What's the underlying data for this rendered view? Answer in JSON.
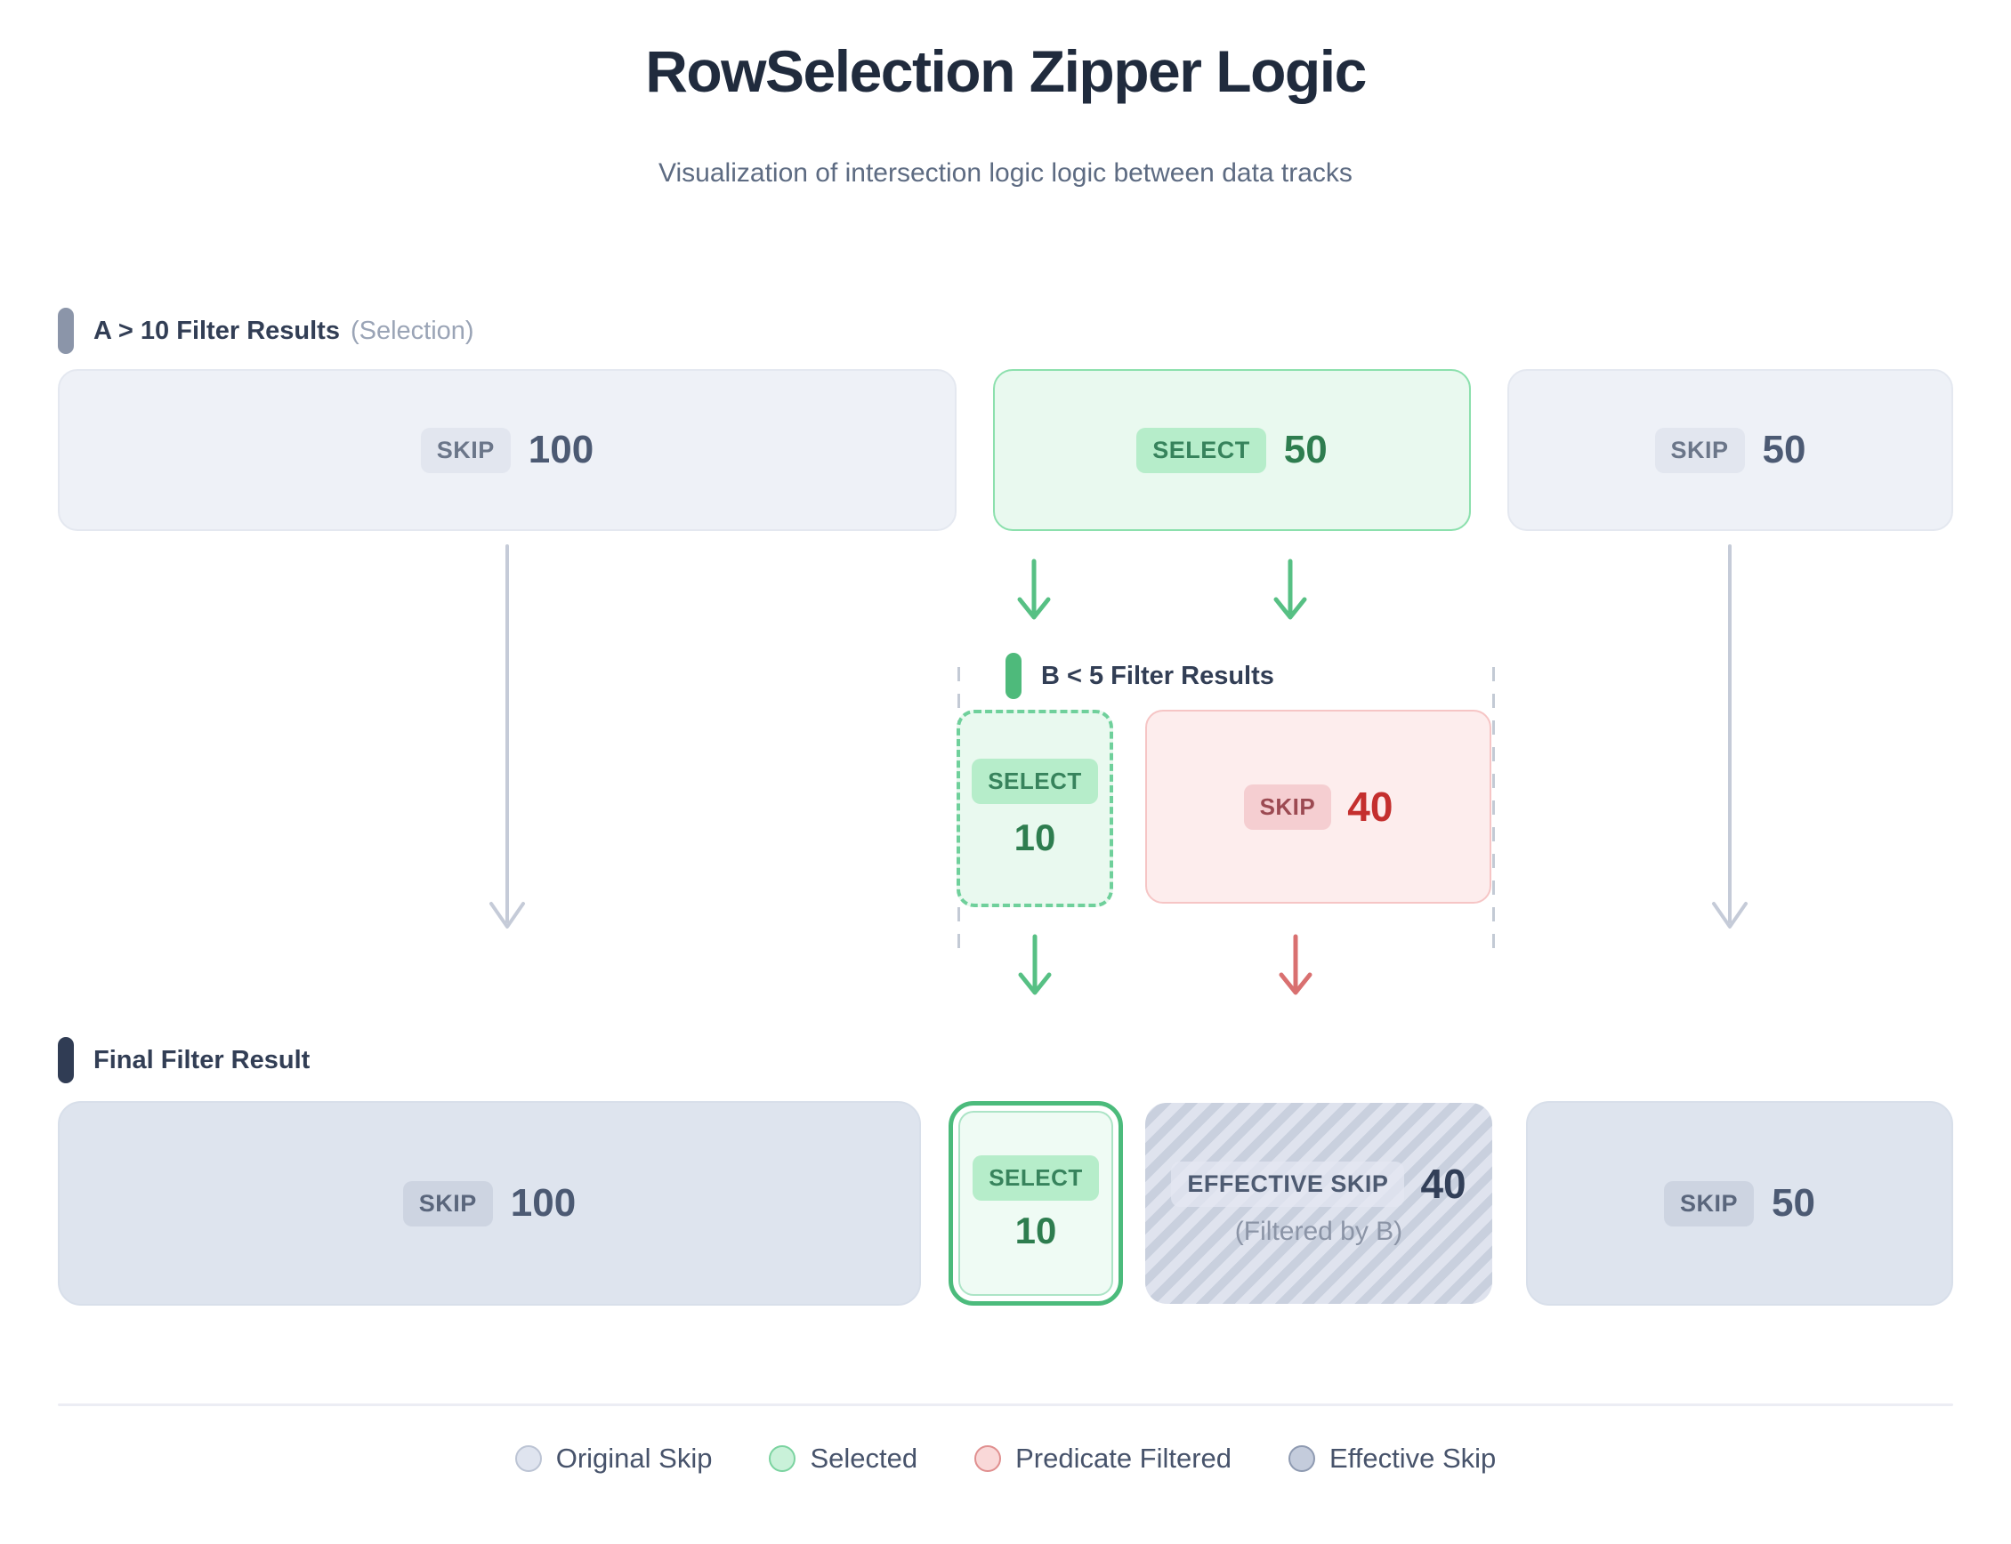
{
  "title": "RowSelection Zipper Logic",
  "subtitle": "Visualization of intersection logic logic between data tracks",
  "track_a": {
    "label": "A > 10 Filter Results",
    "sublabel": "(Selection)",
    "boxes": [
      {
        "badge": "SKIP",
        "value": "100"
      },
      {
        "badge": "SELECT",
        "value": "50"
      },
      {
        "badge": "SKIP",
        "value": "50"
      }
    ]
  },
  "track_b": {
    "label": "B < 5 Filter Results",
    "boxes": [
      {
        "badge": "SELECT",
        "value": "10"
      },
      {
        "badge": "SKIP",
        "value": "40"
      }
    ]
  },
  "final": {
    "label": "Final Filter Result",
    "boxes": [
      {
        "badge": "SKIP",
        "value": "100"
      },
      {
        "badge": "SELECT",
        "value": "10"
      },
      {
        "badge": "EFFECTIVE SKIP",
        "value": "40",
        "note": "(Filtered by B)"
      },
      {
        "badge": "SKIP",
        "value": "50"
      }
    ]
  },
  "legend": {
    "items": [
      {
        "label": "Original Skip",
        "fill": "#dfe4ef",
        "stroke": "#bcc4d4"
      },
      {
        "label": "Selected",
        "fill": "#c9f1d9",
        "stroke": "#7bd3a0"
      },
      {
        "label": "Predicate Filtered",
        "fill": "#f9d8d8",
        "stroke": "#e08f8f"
      },
      {
        "label": "Effective Skip",
        "fill": "#c4ccdc",
        "stroke": "#8e9ab1"
      }
    ]
  },
  "colors": {
    "title": "#202b3d",
    "accent_green": "#57c084",
    "accent_red": "#d97070",
    "arrow_gray": "#c5cbd8",
    "skip_box": "#eef1f7",
    "select_box": "#e9f9ef",
    "predicate_box": "#fdeded",
    "final_gray_box": "#dee4ee",
    "stripe_dark": "#c9d0de"
  }
}
